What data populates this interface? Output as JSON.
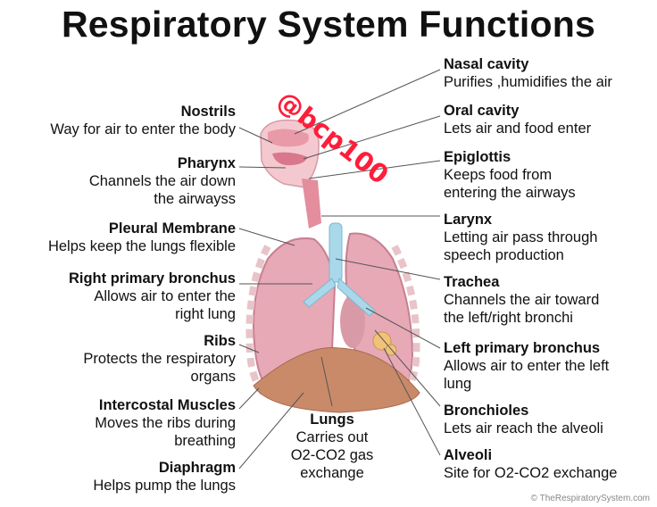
{
  "title": "Respiratory System Functions",
  "watermark": "@bcp100",
  "copyright": "© TheRespiratorySystem.com",
  "left": {
    "nostrils": {
      "name": "Nostrils",
      "desc": "Way for air to enter the body"
    },
    "pharynx": {
      "name": "Pharynx",
      "desc1": "Channels the air down",
      "desc2": "the airwayss"
    },
    "pleural": {
      "name": "Pleural Membrane",
      "desc": "Helps keep the lungs flexible"
    },
    "rbronchus": {
      "name": "Right primary bronchus",
      "desc1": "Allows air to enter the",
      "desc2": "right lung"
    },
    "ribs": {
      "name": "Ribs",
      "desc1": "Protects the respiratory",
      "desc2": "organs"
    },
    "intercostal": {
      "name": "Intercostal Muscles",
      "desc1": "Moves the ribs during",
      "desc2": "breathing"
    },
    "diaphragm": {
      "name": "Diaphragm",
      "desc": "Helps pump the lungs"
    }
  },
  "center": {
    "lungs": {
      "name": "Lungs",
      "desc1": "Carries out",
      "desc2": "O2-CO2 gas",
      "desc3": "exchange"
    }
  },
  "right": {
    "nasal": {
      "name": "Nasal cavity",
      "desc": "Purifies ,humidifies the air"
    },
    "oral": {
      "name": "Oral cavity",
      "desc": "Lets air and food enter"
    },
    "epiglottis": {
      "name": "Epiglottis",
      "desc1": "Keeps food from",
      "desc2": "entering the airways"
    },
    "larynx": {
      "name": "Larynx",
      "desc1": "Letting air pass through",
      "desc2": "speech production"
    },
    "trachea": {
      "name": "Trachea",
      "desc1": "Channels the air toward",
      "desc2": "the left/right bronchi"
    },
    "lbronchus": {
      "name": "Left primary bronchus",
      "desc1": "Allows air to enter the left",
      "desc2": "lung"
    },
    "bronchioles": {
      "name": "Bronchioles",
      "desc": "Lets air reach the alveoli"
    },
    "alveoli": {
      "name": "Alveoli",
      "desc": "Site for O2-CO2 exchange"
    }
  },
  "colors": {
    "lung": "#e7a9b6",
    "trachea": "#a9d8ea",
    "watermark": "#ff1d3a",
    "diaphragm": "#c98a6a"
  }
}
